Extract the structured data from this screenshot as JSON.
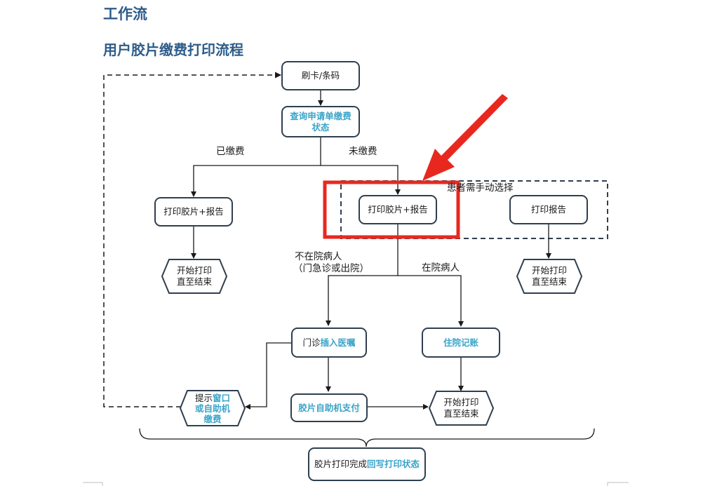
{
  "doc": {
    "heading": "工作流",
    "subheading": "用户胶片缴费打印流程"
  },
  "nodes": {
    "card": "刷卡/条码",
    "query": "查询申请单缴费状态",
    "print_left": "打印胶片+报告",
    "print_center": "打印胶片+报告",
    "print_report": "打印报告",
    "end_left_1": "开始打印",
    "end_left_2": "直至结束",
    "end_right_1": "开始打印",
    "end_right_2": "直至结束",
    "outpatient_prefix": "门诊",
    "outpatient_highlight": "插入医嘱",
    "inpatient": "住院记账",
    "hint_prefix": "提示",
    "hint_highlight_1": "窗口",
    "hint_highlight_2": "或自助机",
    "hint_highlight_3": "缴费",
    "kiosk_pay": "胶片自助机支付",
    "end_bottom_1": "开始打印",
    "end_bottom_2": "直至结束",
    "final_prefix": "胶片打印完成",
    "final_highlight": "回写打印状态"
  },
  "edge_labels": {
    "paid": "已缴费",
    "unpaid": "未缴费",
    "manual_select": "患者需手动选择",
    "not_inpatient_1": "不在院病人",
    "not_inpatient_2": "（门急诊或出院）",
    "inpatient": "在院病人"
  },
  "colors": {
    "heading": "#2e5c8a",
    "highlight_text": "#3aa4c9",
    "annotation_red": "#e8281f",
    "box_border": "#2f3f4f",
    "connector": "#1a1a1a"
  }
}
